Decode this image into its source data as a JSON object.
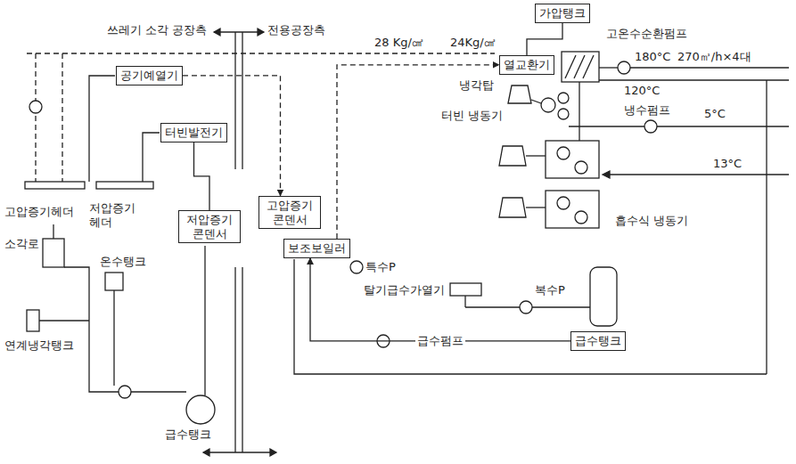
{
  "diagram": {
    "nodes": [
      {
        "text": [
          "가압탱크"
        ]
      },
      {
        "text": [
          "열교환기"
        ]
      },
      {
        "text": [
          "보조보일러"
        ]
      },
      {
        "text": [
          "급수탱크"
        ]
      },
      {
        "text": [
          "공기예열기"
        ]
      },
      {
        "text": [
          "터빈발전기"
        ]
      },
      {
        "text": [
          "고압증기 콘덴서"
        ]
      },
      {
        "text": [
          "저압증기 콘덴서"
        ]
      }
    ],
    "edges": [
      {
        "from": 0,
        "to": 1,
        "arrow": "none"
      },
      {
        "from": 2,
        "to": 1,
        "arrow": "to"
      },
      {
        "from": 3,
        "to": 2,
        "arrow": "to",
        "label": "급수펌프"
      },
      {
        "from": 4,
        "to": 6,
        "arrow": "to"
      },
      {
        "from": 5,
        "to": 7,
        "arrow": "none"
      }
    ],
    "labels": [
      "쓰레기 소각 공장측",
      "전용공장측",
      "28 Kg/㎠",
      "24Kg/㎠",
      "고온수순환펌프",
      "180°C",
      "270㎥/h×4대",
      "120°C",
      "냉각탑",
      "터빈 냉동기",
      "냉수펌프",
      "5°C",
      "13°C",
      "흡수식 냉동기",
      "특수P",
      "탈기급수가열기",
      "복수P",
      "고압증기헤더",
      "저압증기 헤더",
      "소각로",
      "온수탱크",
      "연계냉각탱크",
      "급수탱크"
    ]
  }
}
